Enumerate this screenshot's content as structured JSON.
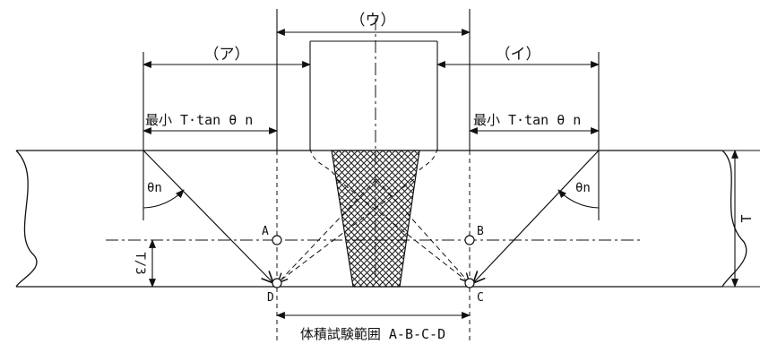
{
  "labels": {
    "u": "（ウ）",
    "a": "（ア）",
    "i": "（イ）",
    "left_min": "最小 T·tan θ n",
    "right_min": "最小 T·tan θ n",
    "theta_left": "θn",
    "theta_right": "θn",
    "T": "T",
    "T3": "T/3",
    "A": "A",
    "B": "B",
    "C": "C",
    "D": "D",
    "range": "体積試験範囲 A-B-C-D"
  },
  "colors": {
    "line": "#111111",
    "hatch": "#222222",
    "background": "#ffffff"
  }
}
